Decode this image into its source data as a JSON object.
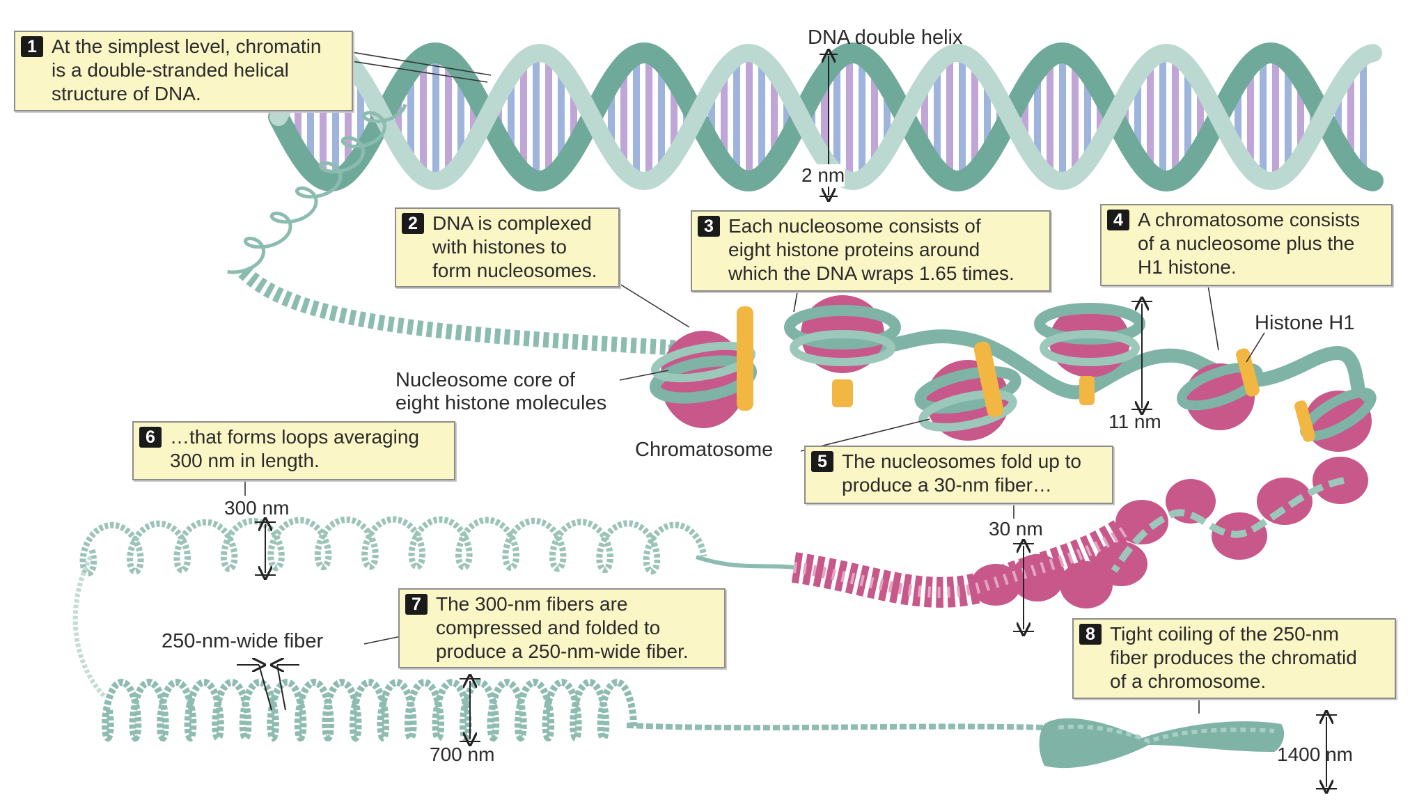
{
  "callouts": {
    "c1": {
      "num": "1",
      "text": "At the simplest level, chromatin\nis a double-stranded helical\nstructure of DNA."
    },
    "c2": {
      "num": "2",
      "text": "DNA is complexed\nwith histones to\nform nucleosomes."
    },
    "c3": {
      "num": "3",
      "text": "Each nucleosome consists of\neight histone proteins around\nwhich the DNA wraps 1.65 times."
    },
    "c4": {
      "num": "4",
      "text": "A chromatosome consists\nof a nucleosome plus the\nH1 histone."
    },
    "c5": {
      "num": "5",
      "text": "The nucleosomes fold up to\nproduce a 30-nm fiber…"
    },
    "c6": {
      "num": "6",
      "text": "…that forms loops averaging\n300 nm in length."
    },
    "c7": {
      "num": "7",
      "text": "The 300-nm fibers are\ncompressed and folded to\nproduce a 250-nm-wide fiber."
    },
    "c8": {
      "num": "8",
      "text": "Tight coiling of the 250-nm\nfiber produces the chromatid\nof a chromosome."
    }
  },
  "labels": {
    "dna_double_helix": "DNA double helix",
    "nucleosome_core": "Nucleosome core of\neight histone molecules",
    "chromatosome": "Chromatosome",
    "histone_h1": "Histone H1",
    "fiber_250": "250-nm-wide fiber"
  },
  "dimensions": {
    "d2": "2 nm",
    "d11": "11 nm",
    "d30": "30 nm",
    "d300": "300 nm",
    "d700": "700 nm",
    "d1400": "1400 nm"
  },
  "colors": {
    "dna_teal": "#6fa99a",
    "dna_light": "#bcd9d1",
    "histone_pink": "#c8578a",
    "histone_light": "#e8a6c4",
    "h1_orange": "#f2b642",
    "base_blue": "#9fb4dc",
    "base_purple": "#c0a6d6",
    "callout_bg": "#fbf6c6"
  }
}
